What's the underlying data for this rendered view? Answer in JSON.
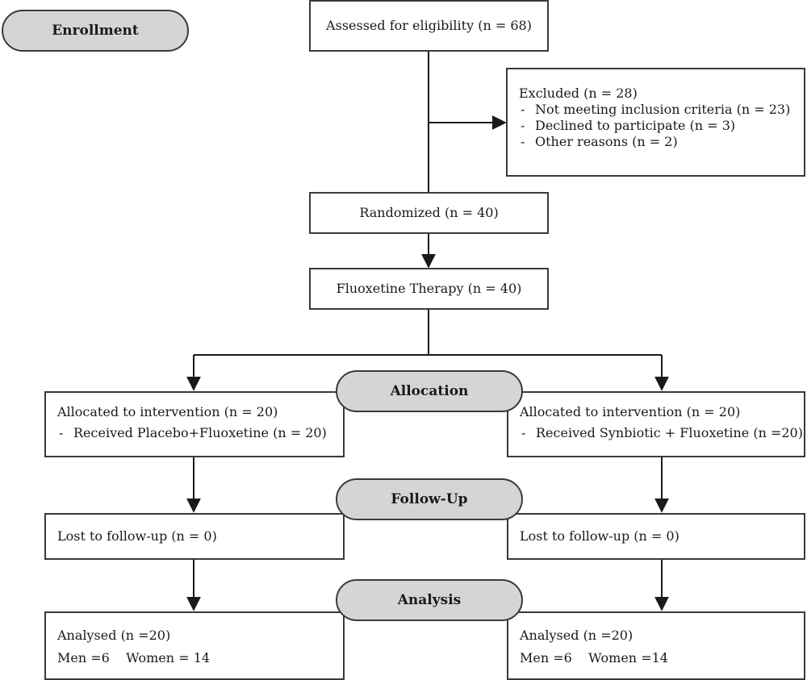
{
  "stages": {
    "enrollment": "Enrollment",
    "allocation": "Allocation",
    "followup": "Follow-Up",
    "analysis": "Analysis"
  },
  "assessed": "Assessed for eligibility (n = 68)",
  "excluded": {
    "title": "Excluded (n = 28)",
    "bullet": "-",
    "reasons": [
      "Not meeting inclusion criteria (n = 23)",
      "Declined to participate (n = 3)",
      "Other reasons (n = 2)"
    ]
  },
  "randomized": "Randomized (n = 40)",
  "therapy": "Fluoxetine Therapy (n = 40)",
  "left_arm": {
    "allocated": "Allocated to intervention (n = 20)",
    "received": "Received Placebo+Fluoxetine (n = 20)",
    "lost": "Lost to follow-up (n = 0)",
    "analysed": "Analysed (n =20)",
    "sex": "Men =6    Women = 14"
  },
  "right_arm": {
    "allocated": "Allocated to intervention (n = 20)",
    "received": "Received Synbiotic + Fluoxetine (n =20)",
    "lost": "Lost to follow-up (n = 0)",
    "analysed": "Analysed (n =20)",
    "sex": "Men =6    Women =14"
  }
}
